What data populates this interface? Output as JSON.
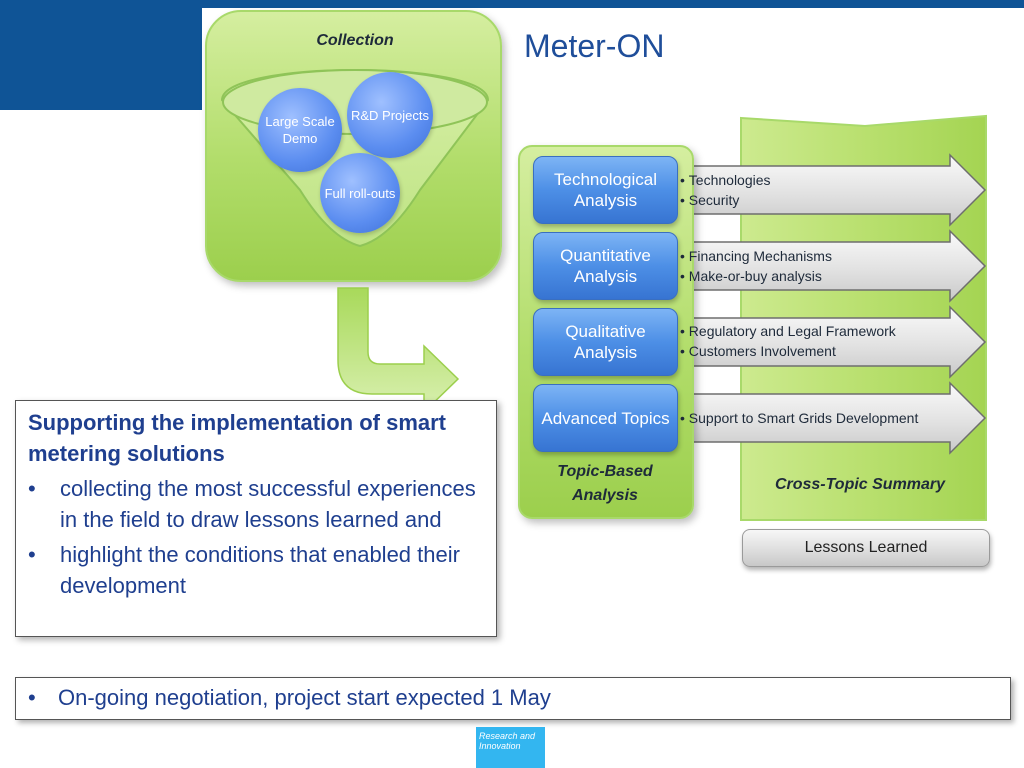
{
  "slide_title": "Meter-ON",
  "collection": {
    "title": "Collection",
    "bubbles": {
      "demo": "Large Scale Demo",
      "rd": "R&D Projects",
      "rollouts": "Full roll-outs"
    }
  },
  "topic_based": {
    "title": "Topic-Based Analysis",
    "items": [
      {
        "label": "Technological Analysis",
        "bullets": [
          "Technologies",
          "Security"
        ]
      },
      {
        "label": "Quantitative Analysis",
        "bullets": [
          "Financing Mechanisms",
          "Make-or-buy analysis"
        ]
      },
      {
        "label": "Qualitative Analysis",
        "bullets": [
          "Regulatory and Legal Framework",
          "Customers Involvement"
        ]
      },
      {
        "label": "Advanced Topics",
        "bullets": [
          "Support to Smart Grids Development"
        ]
      }
    ]
  },
  "cross_topic": {
    "title": "Cross-Topic Summary"
  },
  "lessons_learned": "Lessons Learned",
  "support_box": {
    "heading": "Supporting the implementation of smart metering solutions",
    "bullet_char": "•",
    "bullets": [
      "collecting the most successful experiences in the field to draw lessons learned and",
      "highlight the conditions that enabled their development"
    ]
  },
  "status": {
    "bullet_char": "•",
    "text": "On-going negotiation, project start expected 1 May"
  },
  "logo_text": "Research and Innovation",
  "colors": {
    "header_blue": "#0f5496",
    "title_blue": "#1f4e9a",
    "panel_green": "#b2dd6b",
    "button_blue": "#4d8fe6",
    "logo_cyan": "#33b6f0"
  }
}
